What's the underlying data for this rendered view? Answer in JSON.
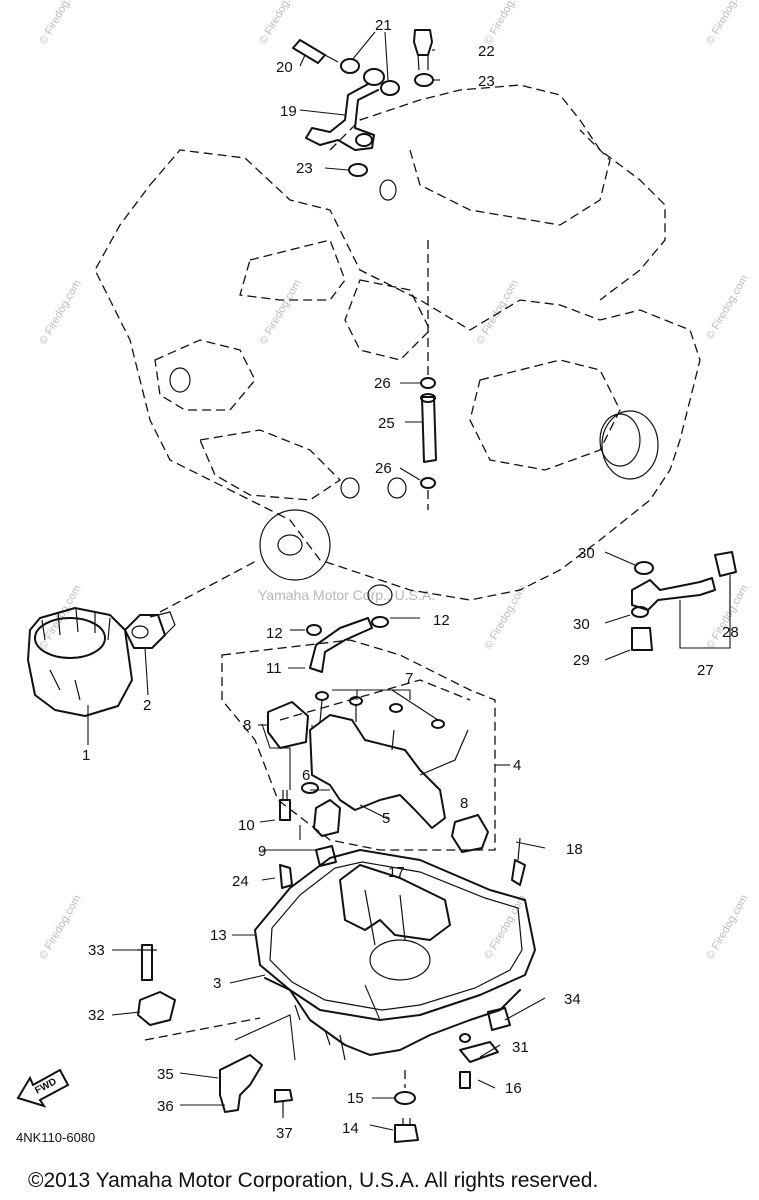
{
  "diagram": {
    "part_code": "4NK110-6080",
    "copyright": "©2013 Yamaha Motor Corporation, U.S.A. All rights reserved.",
    "watermark_center": "Yamaha Motor Corp., U.S.A.",
    "watermark_site": "© Firedog.com",
    "direction_label": "FWD",
    "part_numbers": [
      "1",
      "2",
      "3",
      "4",
      "5",
      "6",
      "7",
      "8",
      "8",
      "9",
      "10",
      "11",
      "12",
      "12",
      "13",
      "14",
      "15",
      "16",
      "17",
      "18",
      "19",
      "20",
      "21",
      "22",
      "23",
      "23",
      "24",
      "25",
      "26",
      "26",
      "27",
      "28",
      "29",
      "30",
      "30",
      "31",
      "32",
      "33",
      "34",
      "35",
      "36",
      "37"
    ]
  }
}
